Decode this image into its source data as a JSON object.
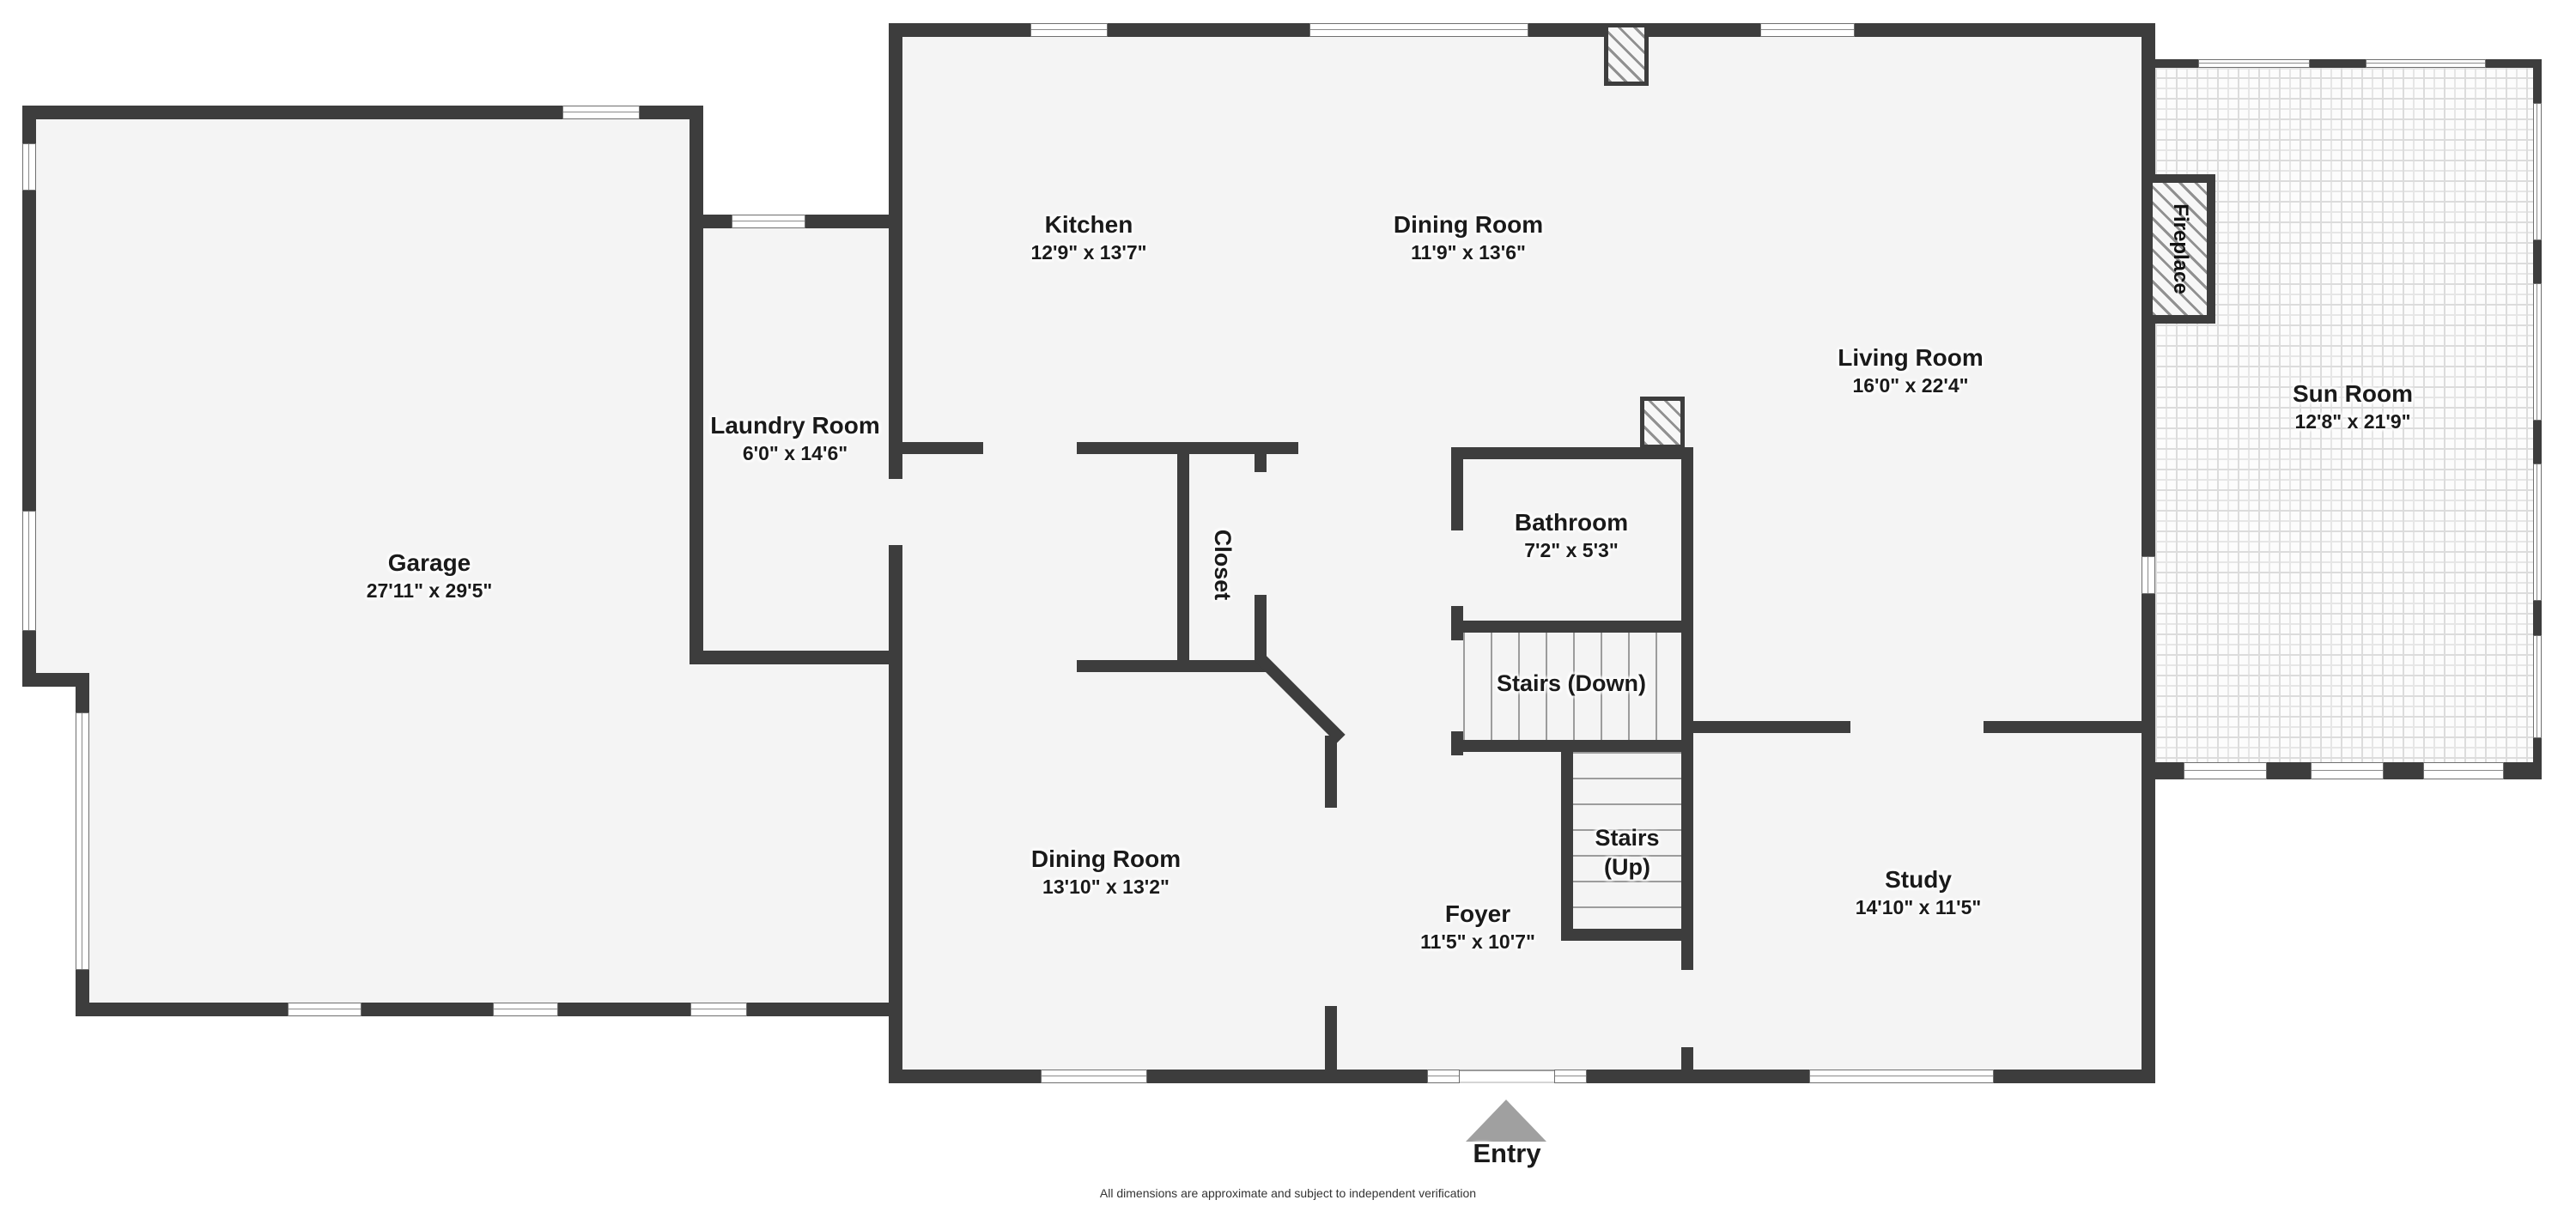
{
  "rooms": {
    "kitchen": {
      "name": "Kitchen",
      "dims": "12'9\" x 13'7\""
    },
    "dining_top": {
      "name": "Dining Room",
      "dims": "11'9\" x 13'6\""
    },
    "living": {
      "name": "Living Room",
      "dims": "16'0\" x 22'4\""
    },
    "sun": {
      "name": "Sun Room",
      "dims": "12'8\" x 21'9\""
    },
    "laundry": {
      "name": "Laundry Room",
      "dims": "6'0\" x 14'6\""
    },
    "garage": {
      "name": "Garage",
      "dims": "27'11\" x 29'5\""
    },
    "bathroom": {
      "name": "Bathroom",
      "dims": "7'2\" x 5'3\""
    },
    "closet": {
      "name": "Closet"
    },
    "stairs_down": {
      "name": "Stairs (Down)"
    },
    "stairs_up": {
      "name": "Stairs",
      "name2": "(Up)"
    },
    "dining_bottom": {
      "name": "Dining Room",
      "dims": "13'10\" x 13'2\""
    },
    "foyer": {
      "name": "Foyer",
      "dims": "11'5\" x 10'7\""
    },
    "study": {
      "name": "Study",
      "dims": "14'10\" x 11'5\""
    },
    "fireplace": {
      "name": "Fireplace"
    }
  },
  "entry": {
    "label": "Entry"
  },
  "footer": {
    "disclaimer": "All dimensions are approximate and subject to independent verification"
  },
  "colors": {
    "wall": "#3d3d3d",
    "floor": "#f4f4f4",
    "entry_arrow": "#a0a0a0",
    "text": "#1a1a1a"
  }
}
